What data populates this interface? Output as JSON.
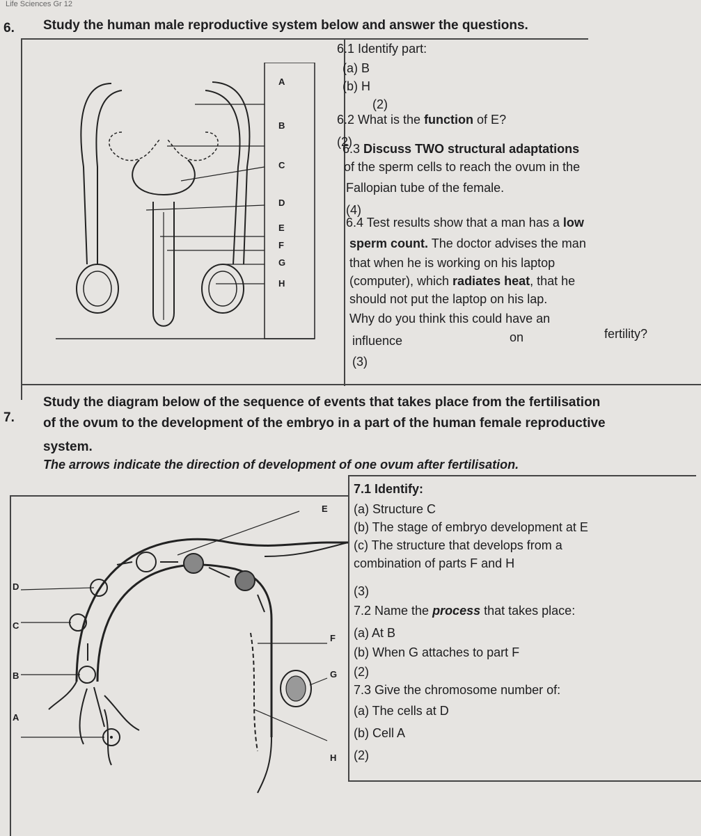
{
  "header": "Life Sciences Gr 12",
  "q6": {
    "number": "6.",
    "title": "Study the human male reproductive system below and answer the questions.",
    "labels": [
      "A",
      "B",
      "C",
      "D",
      "E",
      "F",
      "G",
      "H"
    ],
    "q61": "6.1 Identify part:",
    "q61a": "(a) B",
    "q61b": "(b) H",
    "m61": "(2)",
    "q62_pre": "6.2 What is the ",
    "q62_bold": "function",
    "q62_post": " of E?",
    "m62": "(2)",
    "q63_num": "6.3 ",
    "q63_bold": "Discuss TWO structural adaptations",
    "q63_l2": "of the sperm cells to reach the ovum in the",
    "q63_l3": "Fallopian tube of the female.",
    "m63": "(4)",
    "q64_l1_pre": "6.4 Test results show that a man has a ",
    "q64_l1_bold": "low",
    "q64_l2_bold": "sperm count.",
    "q64_l2_post": " The doctor advises the man",
    "q64_l3": "that when he is working on his laptop",
    "q64_l4_pre": "(computer), which ",
    "q64_l4_bold": "radiates heat",
    "q64_l4_post": ", that he",
    "q64_l5": "should not put the laptop on his lap.",
    "q64_l6": "Why do you think this could have an",
    "q64_l7a": "influence",
    "q64_l7b": "on",
    "q64_l7c": "fertility?",
    "m64": "(3)"
  },
  "q7": {
    "number": "7.",
    "title_l1": "Study the diagram below of the sequence of events that takes place from the fertilisation",
    "title_l2": "of the ovum to the development of the embryo in a part of the human female reproductive",
    "title_l3": "system.",
    "arrow_note": "The arrows indicate the direction of development of one ovum after fertilisation.",
    "labels": [
      "A",
      "B",
      "C",
      "D",
      "E",
      "F",
      "G",
      "H"
    ],
    "q71": "7.1 Identify:",
    "q71a": "(a)  Structure C",
    "q71b": "(b)  The stage of embryo development at E",
    "q71c_l1": "(c)  The structure that develops from a",
    "q71c_l2": "combination of parts F and H",
    "m71": "(3)",
    "q72_pre": "7.2  Name the ",
    "q72_bold": "process",
    "q72_post": " that takes place:",
    "q72a": "(a)  At B",
    "q72b": "(b)  When G attaches to part F",
    "m72": "(2)",
    "q73": "7.3  Give the chromosome number of:",
    "q73a": "(a)  The cells at D",
    "q73b": "(b)  Cell A",
    "m73": "(2)"
  }
}
